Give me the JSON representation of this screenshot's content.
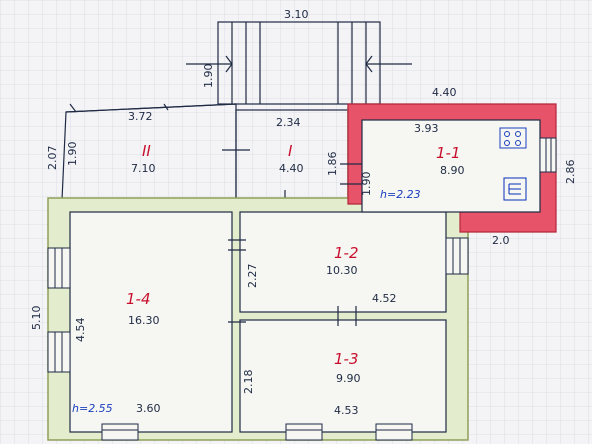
{
  "colors": {
    "paper": "#f4f4f6",
    "grid": "#d7d9e2",
    "ink": "#1f2a44",
    "wall_fill": "#e3eccd",
    "wall_stroke": "#8ea05a",
    "annex_fill": "#e7546a",
    "annex_stroke": "#b3263a",
    "red_text": "#c8102e",
    "blue_text": "#1c3fbf"
  },
  "top_annex": {
    "width_label": "3.10",
    "depth_label": "1.90"
  },
  "rooms": [
    {
      "id": "II",
      "num": "II",
      "area": "7.10",
      "width_label": "3.72",
      "height_label": "2.07",
      "inner_label": "1.90"
    },
    {
      "id": "I",
      "num": "I",
      "area": "4.40",
      "width_label": "2.34",
      "height_label": "1.86"
    },
    {
      "id": "1-1",
      "num": "1-1",
      "area": "8.90",
      "width_label": "3.93",
      "outer_width_label": "4.40",
      "outer_height_label": "2.86",
      "inner_height_label": "1.90",
      "bottom_label": "2.0"
    },
    {
      "id": "1-2",
      "num": "1-2",
      "area": "10.30",
      "width_label": "4.52",
      "height_label": "2.27"
    },
    {
      "id": "1-3",
      "num": "1-3",
      "area": "9.90",
      "width_label": "4.53",
      "height_label": "2.18"
    },
    {
      "id": "1-4",
      "num": "1-4",
      "area": "16.30",
      "width_label": "3.60",
      "height_label": "4.54",
      "outer_height_label": "5.10"
    }
  ],
  "heights": [
    {
      "label": "h=2.23"
    },
    {
      "label": "h=2.55"
    }
  ],
  "icons": [
    "stove-icon",
    "boiler-icon"
  ]
}
